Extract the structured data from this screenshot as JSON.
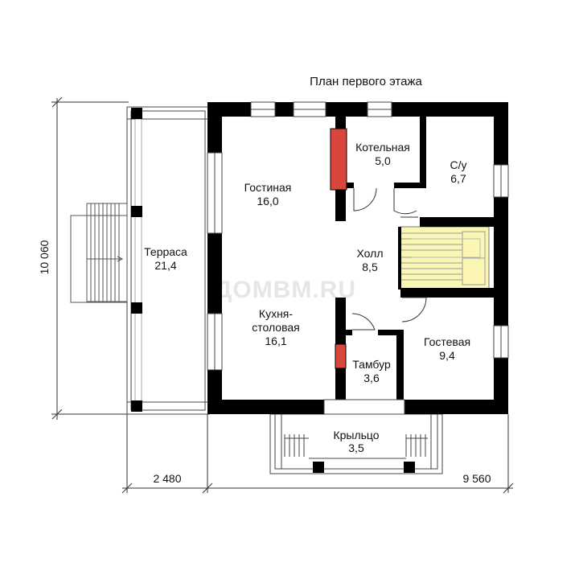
{
  "title": "План первого этажа",
  "watermark": "ДОМВМ.RU",
  "rooms": [
    {
      "id": "gostinaya",
      "name": "Гостиная",
      "area": "16,0"
    },
    {
      "id": "kotelnaya",
      "name": "Котельная",
      "area": "5,0"
    },
    {
      "id": "su",
      "name": "С/у",
      "area": "6,7"
    },
    {
      "id": "terrasa",
      "name": "Терраса",
      "area": "21,4"
    },
    {
      "id": "holl",
      "name": "Холл",
      "area": "8,5"
    },
    {
      "id": "kuhnya",
      "name": "Кухня-",
      "name2": "столовая",
      "area": "16,1"
    },
    {
      "id": "tambur",
      "name": "Тамбур",
      "area": "3,6"
    },
    {
      "id": "gostevaya",
      "name": "Гостевая",
      "area": "9,4"
    },
    {
      "id": "krylco",
      "name": "Крыльцо",
      "area": "3,5"
    }
  ],
  "dimensions": {
    "height": "10 060",
    "terrace_width": "2 480",
    "house_width": "9 560"
  },
  "colors": {
    "wall": "#000000",
    "chimney": "#d9463c",
    "stairs": "#fbf6b4",
    "line": "#333333"
  }
}
